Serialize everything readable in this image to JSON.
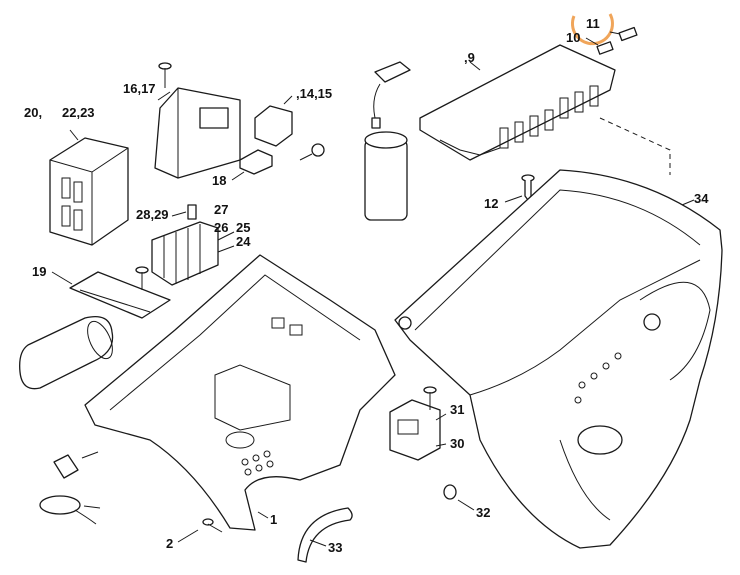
{
  "diagram": {
    "labels": {
      "l11": "11",
      "l10": "10",
      "l9": ",9",
      "l1617": "16,17",
      "l1415": ",14,15",
      "l20": "20,",
      "l2223": "22,23",
      "l18": "18",
      "l12": "12",
      "l34": "34",
      "l2829": "28,29",
      "l27": "27",
      "l26": "26",
      "l25": "25",
      "l24": "24",
      "l19": "19",
      "l31": "31",
      "l30": "30",
      "l32": "32",
      "l1": "1",
      "l33": "33",
      "l2": "2"
    },
    "highlight_color": "#f0a55a",
    "highlighted_label": "11"
  }
}
